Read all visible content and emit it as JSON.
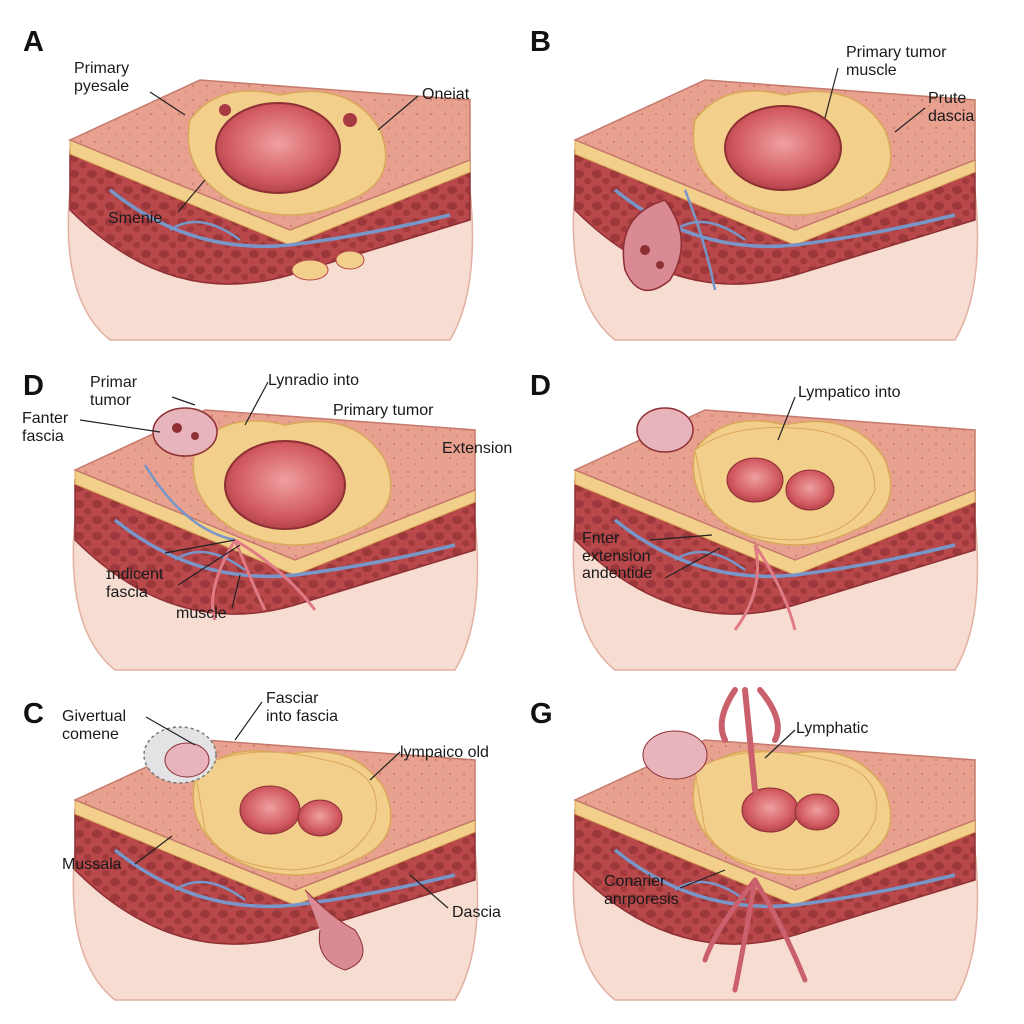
{
  "panels": [
    {
      "letter": "A",
      "labels": [
        "Primary\npyesale",
        "Oneiat",
        "Smenie"
      ]
    },
    {
      "letter": "B",
      "labels": [
        "Primary tumor\nmuscle",
        "Prute\ndascia"
      ]
    },
    {
      "letter": "D",
      "labels": [
        "Primar\ntumor",
        "Fanter\nfascia",
        "Lynradio into",
        "Primary tumor",
        "Extension",
        "ɪndicent\nfascia",
        "muscle"
      ]
    },
    {
      "letter": "D",
      "labels": [
        "Lympatico into",
        "Fnter\nextension\nandentide"
      ]
    },
    {
      "letter": "C",
      "labels": [
        "Givertual\ncomene",
        "Fasciar\ninto fascia",
        "lympaico old",
        "Mussala",
        "Dascia"
      ]
    },
    {
      "letter": "G",
      "labels": [
        "Lymphatic",
        "Conarier\nanrporesis"
      ]
    }
  ],
  "colors": {
    "tissue": "#e8a08f",
    "tissue_dark": "#b8484a",
    "fat": "#f2cf8a",
    "tumor": "#d9606a",
    "vessel": "#7896c8",
    "skin": "#f7dcd2"
  }
}
